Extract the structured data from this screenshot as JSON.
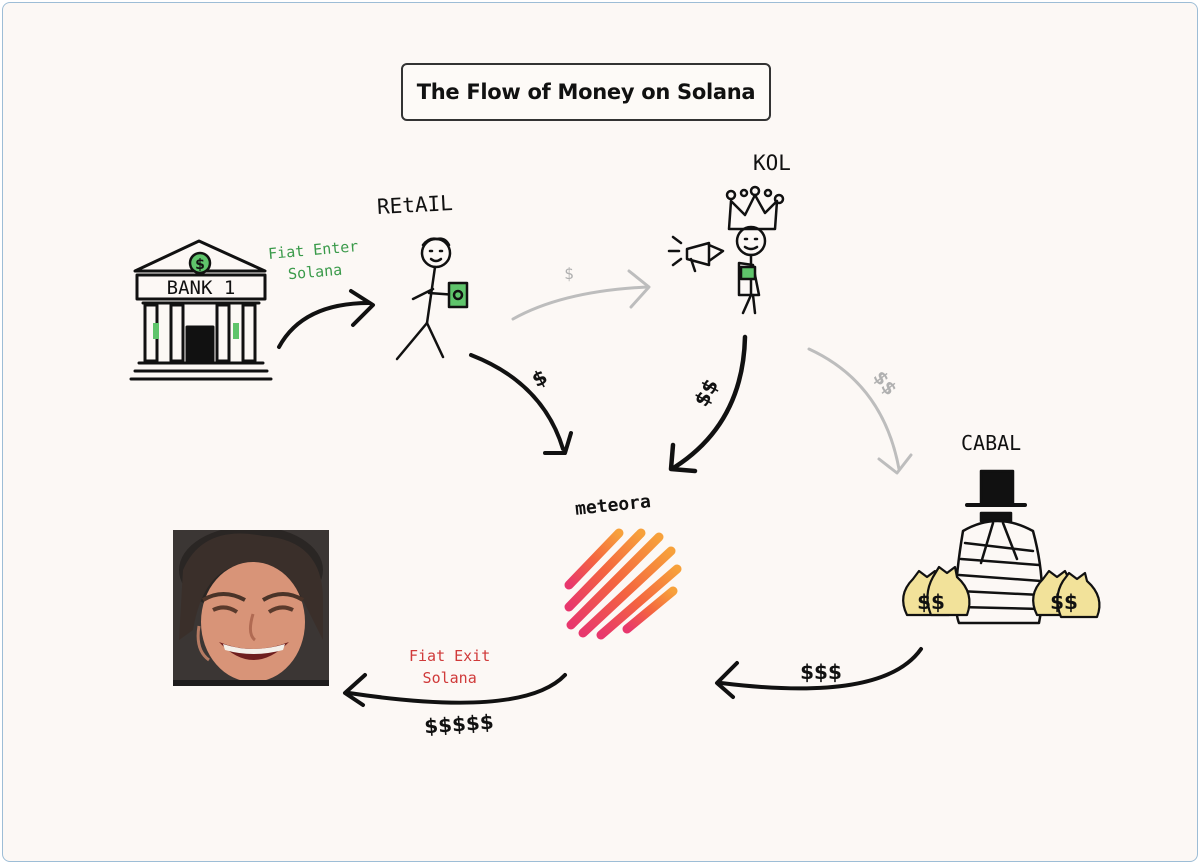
{
  "title": "The Flow of Money on Solana",
  "nodes": {
    "bank_label": "BANK 1",
    "bank_badge": "$",
    "retail_label": "REtAIL",
    "kol_label": "KOL",
    "cabal_label": "CABAL",
    "meteora_label": "meteora",
    "cabal_bag_left": "$$",
    "cabal_bag_right": "$$"
  },
  "flows": {
    "fiat_enter_line1": "Fiat Enter",
    "fiat_enter_line2": "Solana",
    "retail_to_kol": "$",
    "retail_to_meteora": "$",
    "kol_to_meteora": "$$",
    "kol_to_cabal": "$$",
    "cabal_to_meteora": "$$$",
    "fiat_exit_line1": "Fiat Exit",
    "fiat_exit_line2": "Solana",
    "exit_amount": "$$$$$"
  },
  "colors": {
    "ink": "#111111",
    "faded_arrow": "#bdbdbd",
    "fiat_enter": "#3a9a4a",
    "fiat_exit": "#d03a3a",
    "money_green": "#5fc46b",
    "bag_yellow": "#f2e29a"
  }
}
